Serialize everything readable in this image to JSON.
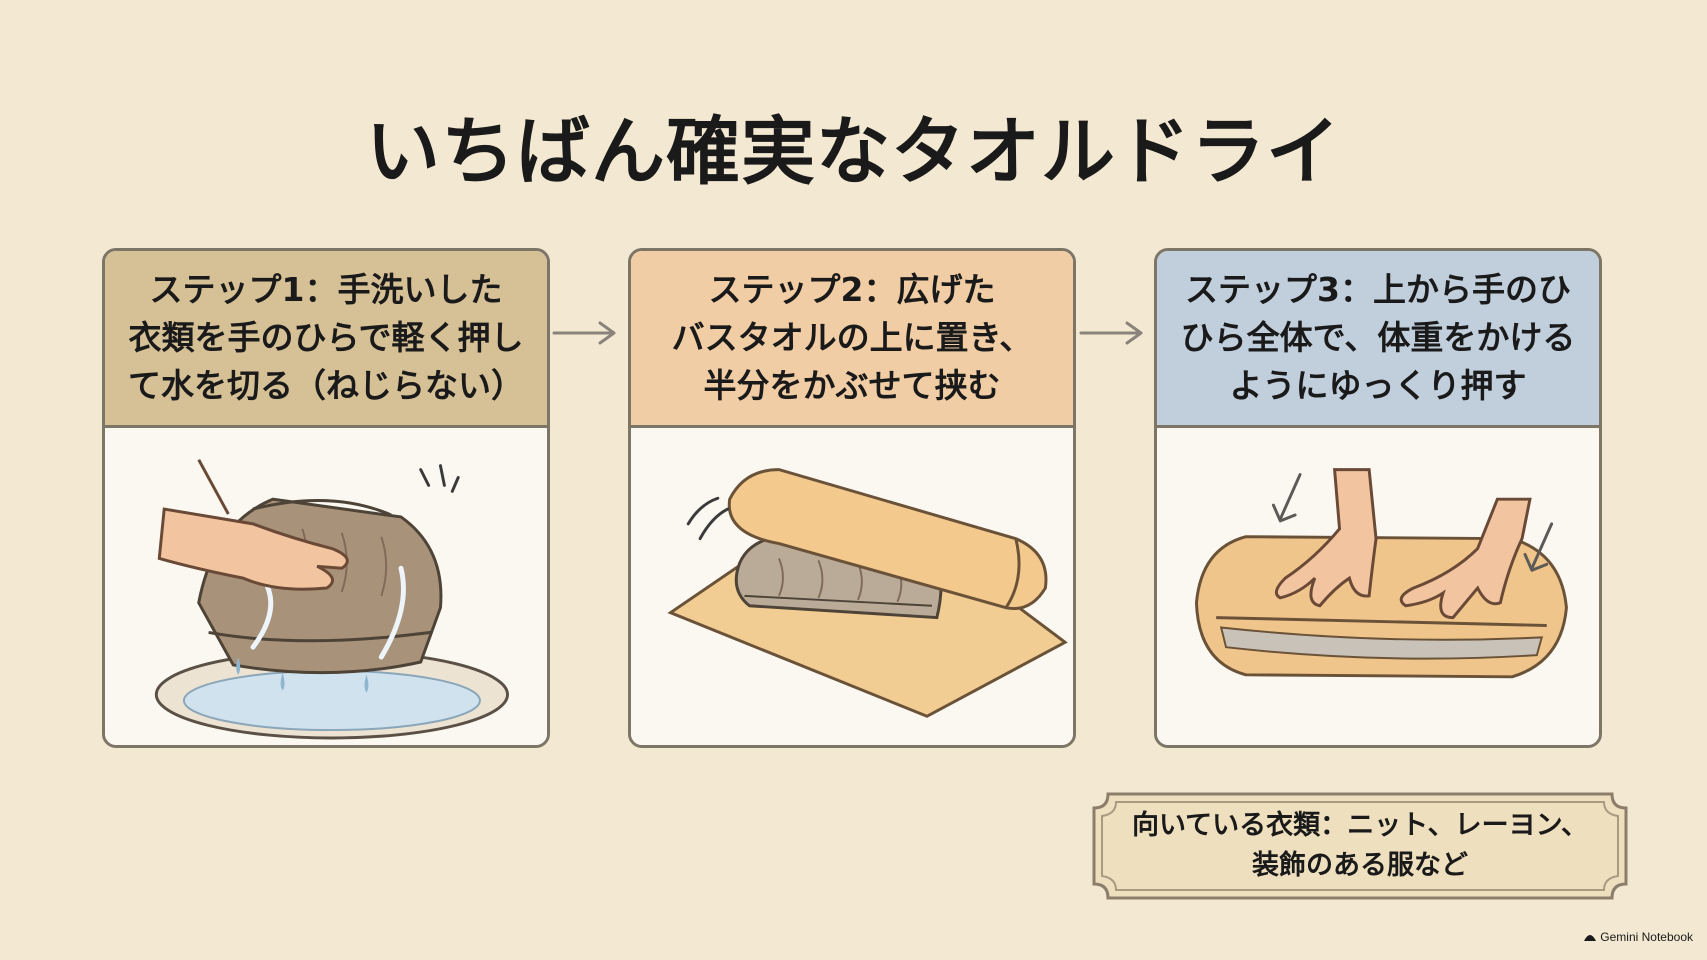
{
  "title": "いちばん確実なタオルドライ",
  "steps": [
    {
      "label": "ステップ1：手洗いした\n衣類を手のひらで軽く押し\nて水を切る（ねじらない）",
      "header_color": "#d6c197"
    },
    {
      "label": "ステップ2：広げた\nバスタオルの上に置き、\n半分をかぶせて挟む",
      "header_color": "#f1cda5"
    },
    {
      "label": "ステップ3：上から手のひ\nひら全体で、体重をかける\nようにゆっくり押す",
      "header_color": "#c1cfdd"
    }
  ],
  "note": {
    "text": "向いている衣類：ニット、レーヨン、\n装飾のある服など"
  },
  "footer": {
    "text": "Gemini Notebook"
  },
  "icons": {
    "arrow": "right-arrow-icon",
    "logo": "gemini-logo-icon"
  }
}
